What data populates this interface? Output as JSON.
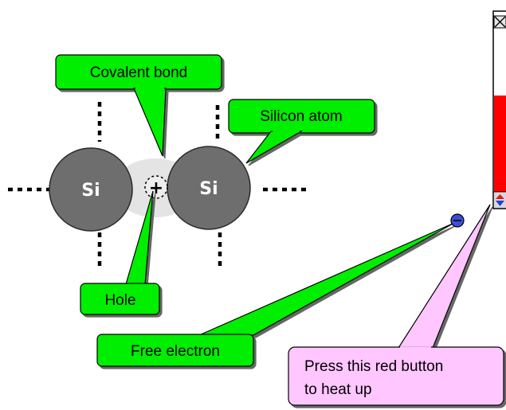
{
  "atoms": [
    {
      "symbol": "Si"
    },
    {
      "symbol": "Si"
    }
  ],
  "hole_symbol": "+",
  "callouts": {
    "covalent_bond": "Covalent bond",
    "silicon_atom": "Silicon atom",
    "hole": "Hole",
    "free_electron": "Free electron",
    "heat_line1": "Press this red button",
    "heat_line2": "to heat up"
  },
  "colors": {
    "callout_fill": "#00ee00",
    "callout_pink": "#ffc6ff",
    "atom": "#6e6e6e",
    "bond_glow": "#e4e4e4",
    "heat_button": "#ff0000",
    "electron": "#3b4fd8"
  },
  "side_panel": {
    "close_icon": "close-icon",
    "up_icon": "up-arrow-icon",
    "down_icon": "down-arrow-icon"
  }
}
